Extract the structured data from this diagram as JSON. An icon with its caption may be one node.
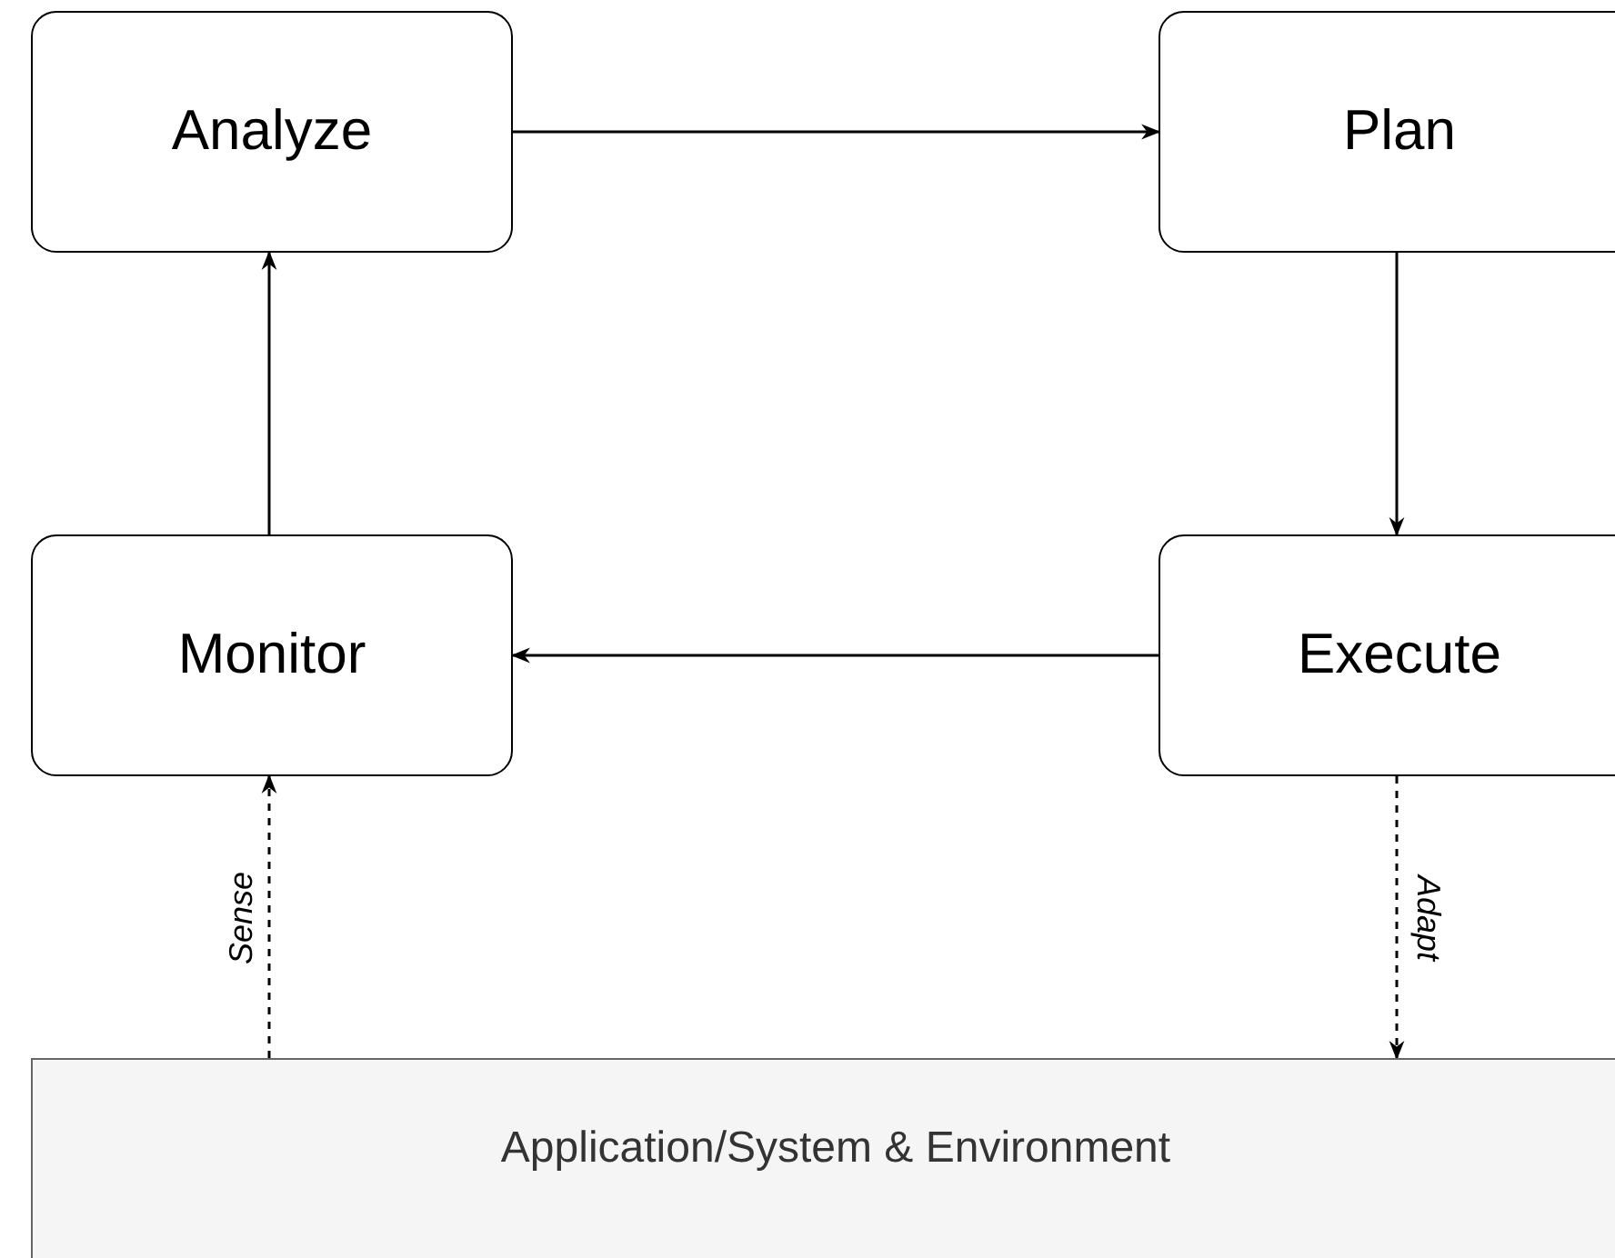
{
  "diagram": {
    "nodes": [
      {
        "text": [
          "Analyze"
        ]
      },
      {
        "text": [
          "Plan"
        ]
      },
      {
        "text": [
          "Monitor"
        ]
      },
      {
        "text": [
          "Execute"
        ]
      },
      {
        "text": [
          "Application/System & Environment"
        ]
      }
    ],
    "edges": [
      {
        "from": 0,
        "to": 1,
        "arrow": "to"
      },
      {
        "from": 1,
        "to": 3,
        "arrow": "to"
      },
      {
        "from": 3,
        "to": 2,
        "arrow": "to"
      },
      {
        "from": 2,
        "to": 0,
        "arrow": "to"
      },
      {
        "from": 4,
        "to": 2,
        "arrow": "to",
        "label": "Sense",
        "style": "dashed"
      },
      {
        "from": 3,
        "to": 4,
        "arrow": "to",
        "label": "Adapt",
        "style": "dashed"
      }
    ]
  }
}
